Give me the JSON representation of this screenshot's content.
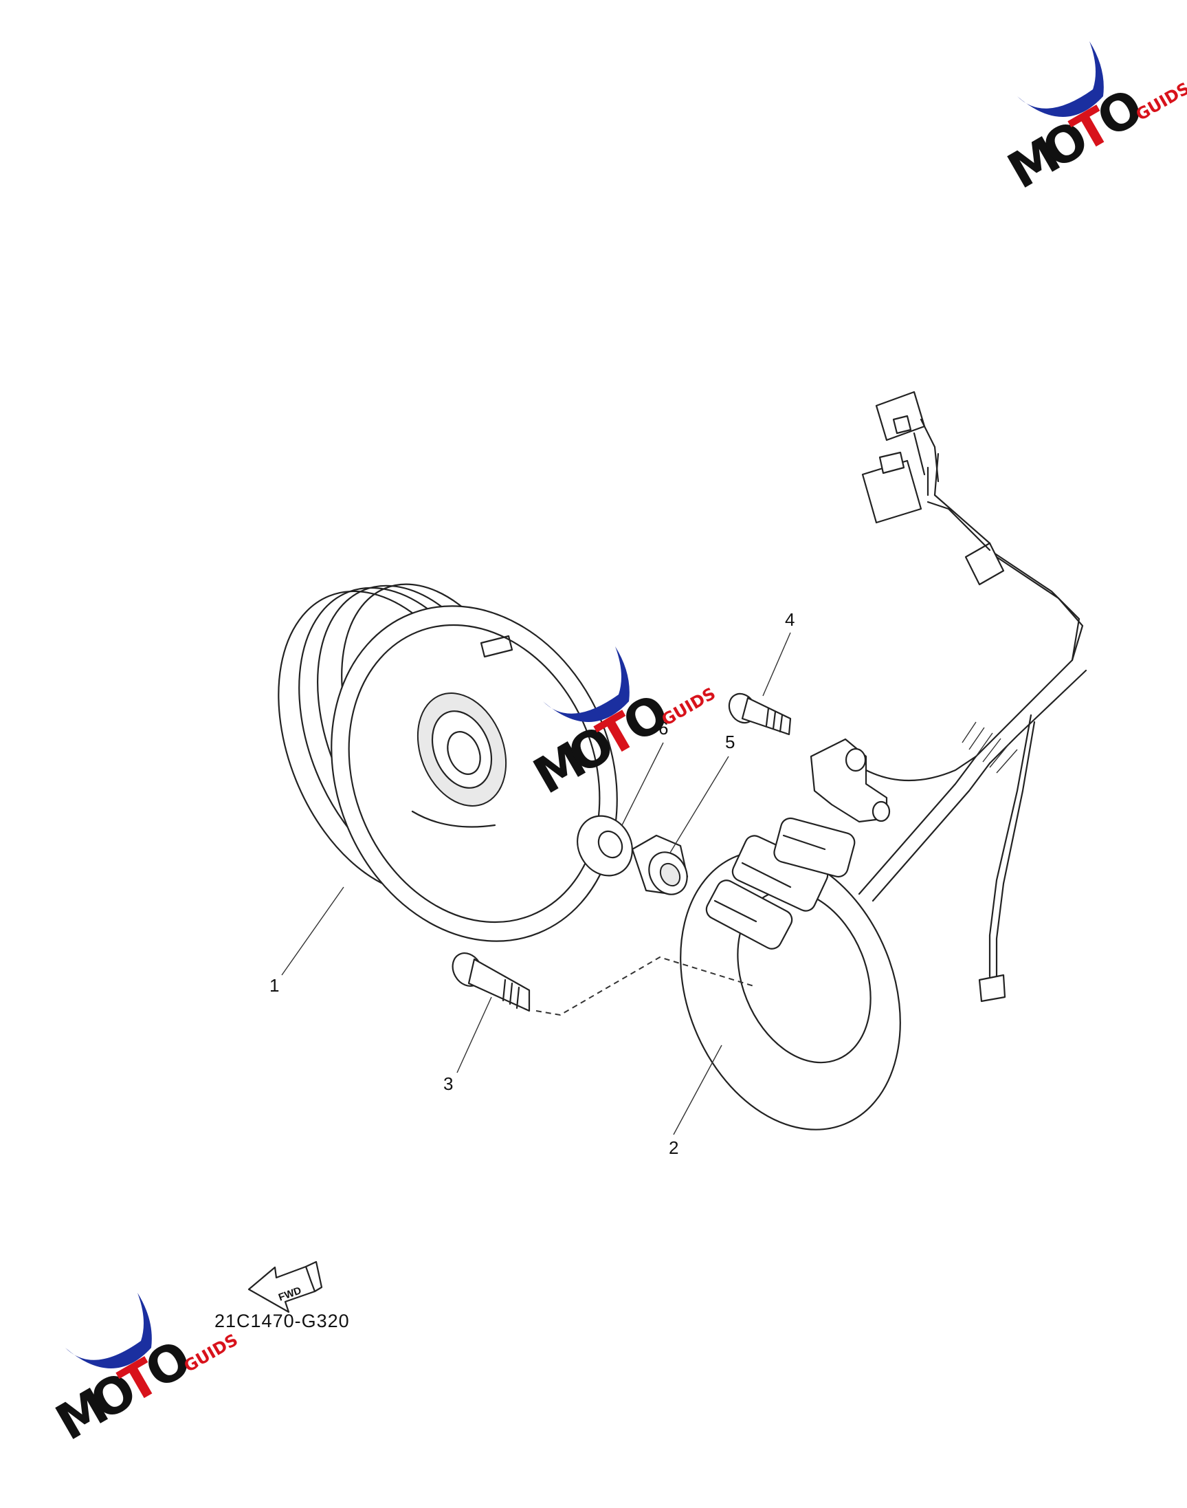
{
  "diagram": {
    "callouts": [
      {
        "id": "1",
        "label": "1"
      },
      {
        "id": "2",
        "label": "2"
      },
      {
        "id": "3",
        "label": "3"
      },
      {
        "id": "4",
        "label": "4"
      },
      {
        "id": "5",
        "label": "5"
      },
      {
        "id": "6",
        "label": "6"
      }
    ],
    "fwd_label": "FWD",
    "drawing_code": "21C1470-G320"
  },
  "watermark": {
    "brand": "MOTO",
    "suffix": "GUIDS",
    "colors": {
      "blue": "#1b2fa0",
      "red": "#d8121b",
      "black": "#111111"
    }
  }
}
